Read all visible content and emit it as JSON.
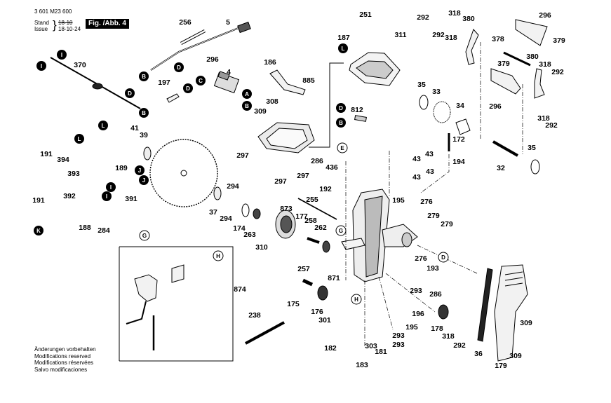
{
  "header": {
    "part_number": "3 601 M23 600",
    "stand_label": "Stand",
    "issue_label": "Issue",
    "stand_value_struck": "18-10",
    "issue_value": "18-10-24",
    "figure_badge": "Fig. /Abb. 4"
  },
  "notes": [
    "Änderungen vorbehalten",
    "Modifications reserved",
    "Modifications réservées",
    "Salvo modificaciones"
  ],
  "colors": {
    "ink": "#000000",
    "background": "#ffffff",
    "part_fill": "#e8e8e8"
  },
  "part_labels": [
    {
      "id": "p251",
      "text": "251"
    },
    {
      "id": "p187",
      "text": "187"
    },
    {
      "id": "p311",
      "text": "311"
    },
    {
      "id": "p256",
      "text": "256"
    },
    {
      "id": "p5",
      "text": "5"
    },
    {
      "id": "p370",
      "text": "370"
    },
    {
      "id": "p296a",
      "text": "296"
    },
    {
      "id": "p4",
      "text": "4"
    },
    {
      "id": "p197",
      "text": "197"
    },
    {
      "id": "p186",
      "text": "186"
    },
    {
      "id": "p885",
      "text": "885"
    },
    {
      "id": "p308",
      "text": "308"
    },
    {
      "id": "p309a",
      "text": "309"
    },
    {
      "id": "p812",
      "text": "812"
    },
    {
      "id": "p297a",
      "text": "297"
    },
    {
      "id": "p297b",
      "text": "297"
    },
    {
      "id": "p297c",
      "text": "297"
    },
    {
      "id": "p286a",
      "text": "286"
    },
    {
      "id": "p436",
      "text": "436"
    },
    {
      "id": "p192",
      "text": "192"
    },
    {
      "id": "p41",
      "text": "41"
    },
    {
      "id": "p39",
      "text": "39"
    },
    {
      "id": "p191a",
      "text": "191"
    },
    {
      "id": "p394",
      "text": "394"
    },
    {
      "id": "p393",
      "text": "393"
    },
    {
      "id": "p392",
      "text": "392"
    },
    {
      "id": "p191b",
      "text": "191"
    },
    {
      "id": "p189",
      "text": "189"
    },
    {
      "id": "p391",
      "text": "391"
    },
    {
      "id": "p188",
      "text": "188"
    },
    {
      "id": "p284",
      "text": "284"
    },
    {
      "id": "p294a",
      "text": "294"
    },
    {
      "id": "p37",
      "text": "37"
    },
    {
      "id": "p294b",
      "text": "294"
    },
    {
      "id": "p174",
      "text": "174"
    },
    {
      "id": "p263",
      "text": "263"
    },
    {
      "id": "p255",
      "text": "255"
    },
    {
      "id": "p873",
      "text": "873"
    },
    {
      "id": "p177",
      "text": "177"
    },
    {
      "id": "p258",
      "text": "258"
    },
    {
      "id": "p262",
      "text": "262"
    },
    {
      "id": "p310",
      "text": "310"
    },
    {
      "id": "p257",
      "text": "257"
    },
    {
      "id": "p871",
      "text": "871"
    },
    {
      "id": "p175",
      "text": "175"
    },
    {
      "id": "p176",
      "text": "176"
    },
    {
      "id": "p301",
      "text": "301"
    },
    {
      "id": "p182",
      "text": "182"
    },
    {
      "id": "p874",
      "text": "874"
    },
    {
      "id": "p238",
      "text": "238"
    },
    {
      "id": "p303",
      "text": "303"
    },
    {
      "id": "p181",
      "text": "181"
    },
    {
      "id": "p183",
      "text": "183"
    },
    {
      "id": "p293a",
      "text": "293"
    },
    {
      "id": "p293b",
      "text": "293"
    },
    {
      "id": "p293c",
      "text": "293"
    },
    {
      "id": "p195a",
      "text": "195"
    },
    {
      "id": "p195b",
      "text": "195"
    },
    {
      "id": "p196",
      "text": "196"
    },
    {
      "id": "p276a",
      "text": "276"
    },
    {
      "id": "p276b",
      "text": "276"
    },
    {
      "id": "p279a",
      "text": "279"
    },
    {
      "id": "p279b",
      "text": "279"
    },
    {
      "id": "p193",
      "text": "193"
    },
    {
      "id": "p286b",
      "text": "286"
    },
    {
      "id": "p178",
      "text": "178"
    },
    {
      "id": "p318e",
      "text": "318"
    },
    {
      "id": "p292e",
      "text": "292"
    },
    {
      "id": "p36",
      "text": "36"
    },
    {
      "id": "p179",
      "text": "179"
    },
    {
      "id": "p309b",
      "text": "309"
    },
    {
      "id": "p309c",
      "text": "309"
    },
    {
      "id": "p43a",
      "text": "43"
    },
    {
      "id": "p43b",
      "text": "43"
    },
    {
      "id": "p43c",
      "text": "43"
    },
    {
      "id": "p43d",
      "text": "43"
    },
    {
      "id": "p172",
      "text": "172"
    },
    {
      "id": "p194",
      "text": "194"
    },
    {
      "id": "p35a",
      "text": "35"
    },
    {
      "id": "p33",
      "text": "33"
    },
    {
      "id": "p34",
      "text": "34"
    },
    {
      "id": "p32",
      "text": "32"
    },
    {
      "id": "p35b",
      "text": "35"
    },
    {
      "id": "p292a",
      "text": "292"
    },
    {
      "id": "p318a",
      "text": "318"
    },
    {
      "id": "p380a",
      "text": "380"
    },
    {
      "id": "p292b",
      "text": "292"
    },
    {
      "id": "p318b",
      "text": "318"
    },
    {
      "id": "p378",
      "text": "378"
    },
    {
      "id": "p296b",
      "text": "296"
    },
    {
      "id": "p379a",
      "text": "379"
    },
    {
      "id": "p379b",
      "text": "379"
    },
    {
      "id": "p296c",
      "text": "296"
    },
    {
      "id": "p380b",
      "text": "380"
    },
    {
      "id": "p318c",
      "text": "318"
    },
    {
      "id": "p292c",
      "text": "292"
    },
    {
      "id": "p318d",
      "text": "318"
    },
    {
      "id": "p292d",
      "text": "292"
    }
  ],
  "reference_markers": [
    {
      "id": "rL1",
      "letter": "L",
      "style": "filled"
    },
    {
      "id": "rI1",
      "letter": "I",
      "style": "filled"
    },
    {
      "id": "rI2",
      "letter": "I",
      "style": "filled"
    },
    {
      "id": "rD1",
      "letter": "D",
      "style": "filled"
    },
    {
      "id": "rB1",
      "letter": "B",
      "style": "filled"
    },
    {
      "id": "rB2",
      "letter": "B",
      "style": "filled"
    },
    {
      "id": "rD2",
      "letter": "D",
      "style": "filled"
    },
    {
      "id": "rC1",
      "letter": "C",
      "style": "filled"
    },
    {
      "id": "rA1",
      "letter": "A",
      "style": "filled"
    },
    {
      "id": "rB3",
      "letter": "B",
      "style": "filled"
    },
    {
      "id": "rD3",
      "letter": "D",
      "style": "filled"
    },
    {
      "id": "rD4",
      "letter": "D",
      "style": "filled"
    },
    {
      "id": "rB4",
      "letter": "B",
      "style": "filled"
    },
    {
      "id": "rL2",
      "letter": "L",
      "style": "filled"
    },
    {
      "id": "rL3",
      "letter": "L",
      "style": "filled"
    },
    {
      "id": "rJ1",
      "letter": "J",
      "style": "filled"
    },
    {
      "id": "rJ2",
      "letter": "J",
      "style": "filled"
    },
    {
      "id": "rI3",
      "letter": "I",
      "style": "filled"
    },
    {
      "id": "rI4",
      "letter": "I",
      "style": "filled"
    },
    {
      "id": "rK1",
      "letter": "K",
      "style": "filled"
    },
    {
      "id": "rG1",
      "letter": "G",
      "style": "outline"
    },
    {
      "id": "rE1",
      "letter": "E",
      "style": "outline"
    },
    {
      "id": "rG2",
      "letter": "G",
      "style": "outline"
    },
    {
      "id": "rD5",
      "letter": "D",
      "style": "outline"
    },
    {
      "id": "rH1",
      "letter": "H",
      "style": "outline"
    },
    {
      "id": "rH2",
      "letter": "H",
      "style": "outline"
    }
  ]
}
